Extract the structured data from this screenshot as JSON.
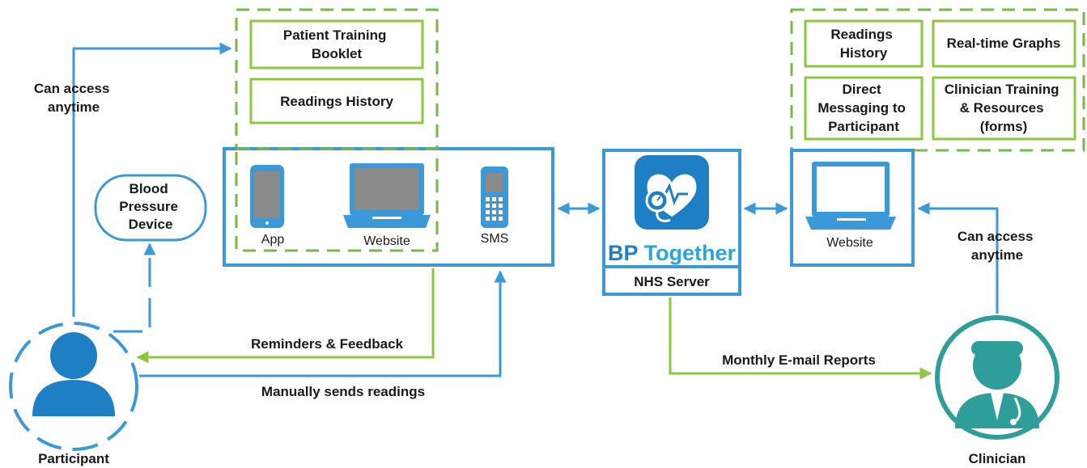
{
  "colors": {
    "blue": "#3a9ad9",
    "green": "#8dc63f",
    "teal": "#2e9e9a",
    "person_blue": "#1f7fc4"
  },
  "patient_features": [
    "Patient Training Booklet",
    "Readings History"
  ],
  "clinician_features": [
    "Readings History",
    "Real-time Graphs",
    "Direct Messaging to Participant",
    "Clinician Training & Resources (forms)"
  ],
  "blood_pressure_device": "Blood Pressure Device",
  "channels": {
    "app": "App",
    "website": "Website",
    "sms": "SMS"
  },
  "server": {
    "logo_text_bp": "BP",
    "logo_text_together": "Together",
    "label": "NHS Server"
  },
  "clinician_website": "Website",
  "participant": {
    "label": "Participant",
    "access_label": "Can access anytime"
  },
  "clinician": {
    "label": "Clinician",
    "access_label": "Can access anytime"
  },
  "flows": {
    "reminders": "Reminders & Feedback",
    "manual": "Manually sends readings",
    "monthly": "Monthly E-mail Reports"
  }
}
